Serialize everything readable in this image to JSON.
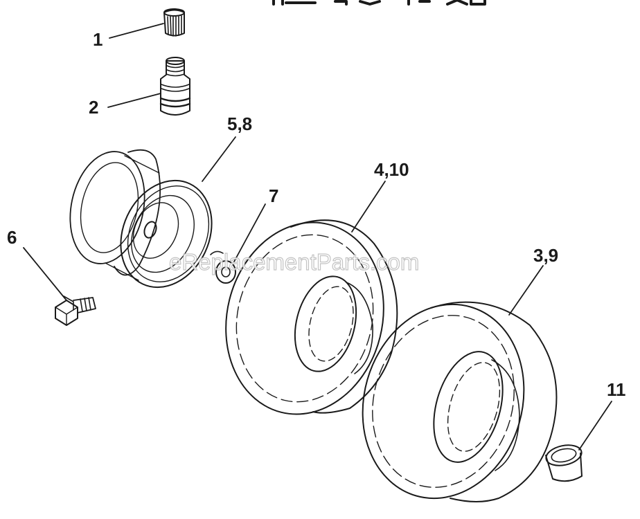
{
  "watermark": "eReplacementParts.com",
  "callouts": {
    "c1": "1",
    "c2": "2",
    "c58": "5,8",
    "c7": "7",
    "c6": "6",
    "c410": "4,10",
    "c39": "3,9",
    "c11": "11"
  }
}
